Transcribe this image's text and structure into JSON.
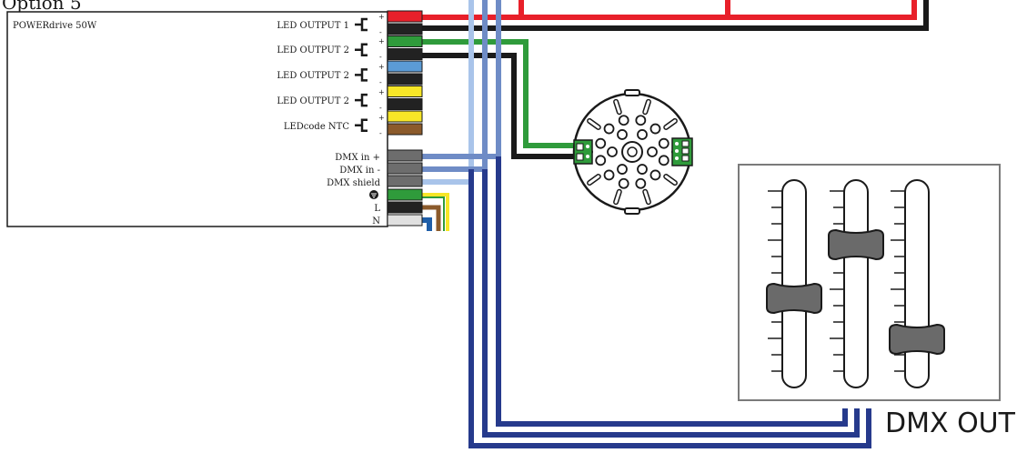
{
  "page_title": "Option 5",
  "driver": {
    "name": "POWERdrive 50W",
    "outputs": [
      {
        "label": "LED OUTPUT 1",
        "plus": "+",
        "minus": "-",
        "colors": [
          "#e8202a",
          "#222222"
        ]
      },
      {
        "label": "LED OUTPUT 2",
        "plus": "+",
        "minus": "-",
        "colors": [
          "#2f9b3b",
          "#222222"
        ]
      },
      {
        "label": "LED OUTPUT 2",
        "plus": "+",
        "minus": "-",
        "colors": [
          "#5b9bd5",
          "#222222"
        ]
      },
      {
        "label": "LED OUTPUT 2",
        "plus": "+",
        "minus": "-",
        "colors": [
          "#f7e627",
          "#222222"
        ]
      },
      {
        "label": "LEDcode NTC",
        "plus": "+",
        "minus": "-",
        "colors": [
          "#f7e627",
          "#8b5a2b"
        ]
      }
    ],
    "dmx_terminals": [
      {
        "label": "DMX in +",
        "color": "#6d6d6d"
      },
      {
        "label": "DMX in -",
        "color": "#6d6d6d"
      },
      {
        "label": "DMX shield",
        "color": "#6d6d6d"
      }
    ],
    "power_terminals": [
      {
        "label": "",
        "color": "#2f9b3b",
        "icon": "ground-icon"
      },
      {
        "label": "L",
        "color": "#222222"
      },
      {
        "label": "N",
        "color": "#e0e0e0"
      }
    ]
  },
  "dmx_out_label": "DMX OUT",
  "colors": {
    "red": "#e8202a",
    "black": "#1a1a1a",
    "green": "#2f9b3b",
    "light_blue": "#a9c4ea",
    "mid_blue": "#6f8cc6",
    "dark_blue": "#263a8c",
    "grey_terminal": "#6d6d6d",
    "fader_knob": "#6a6a6a"
  }
}
